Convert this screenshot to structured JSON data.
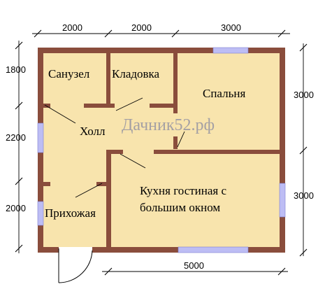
{
  "dimensions": {
    "top": [
      "2000",
      "2000",
      "3000"
    ],
    "bottom": [
      "5000"
    ],
    "left": [
      "1800",
      "2200",
      "2000"
    ],
    "right": [
      "3000",
      "3000"
    ]
  },
  "rooms": {
    "bathroom": "Санузел",
    "storage": "Кладовка",
    "bedroom": "Спальня",
    "hall": "Холл",
    "kitchen_line1": "Кухня гостиная с",
    "kitchen_line2": "большим окном",
    "entrance": "Прихожая"
  },
  "watermark": "Дачник52.рф",
  "colors": {
    "wall": "#8a4d3c",
    "floor": "#f8e4ad",
    "window": "#bdbdf4",
    "watermark": "#a4a0a4"
  }
}
